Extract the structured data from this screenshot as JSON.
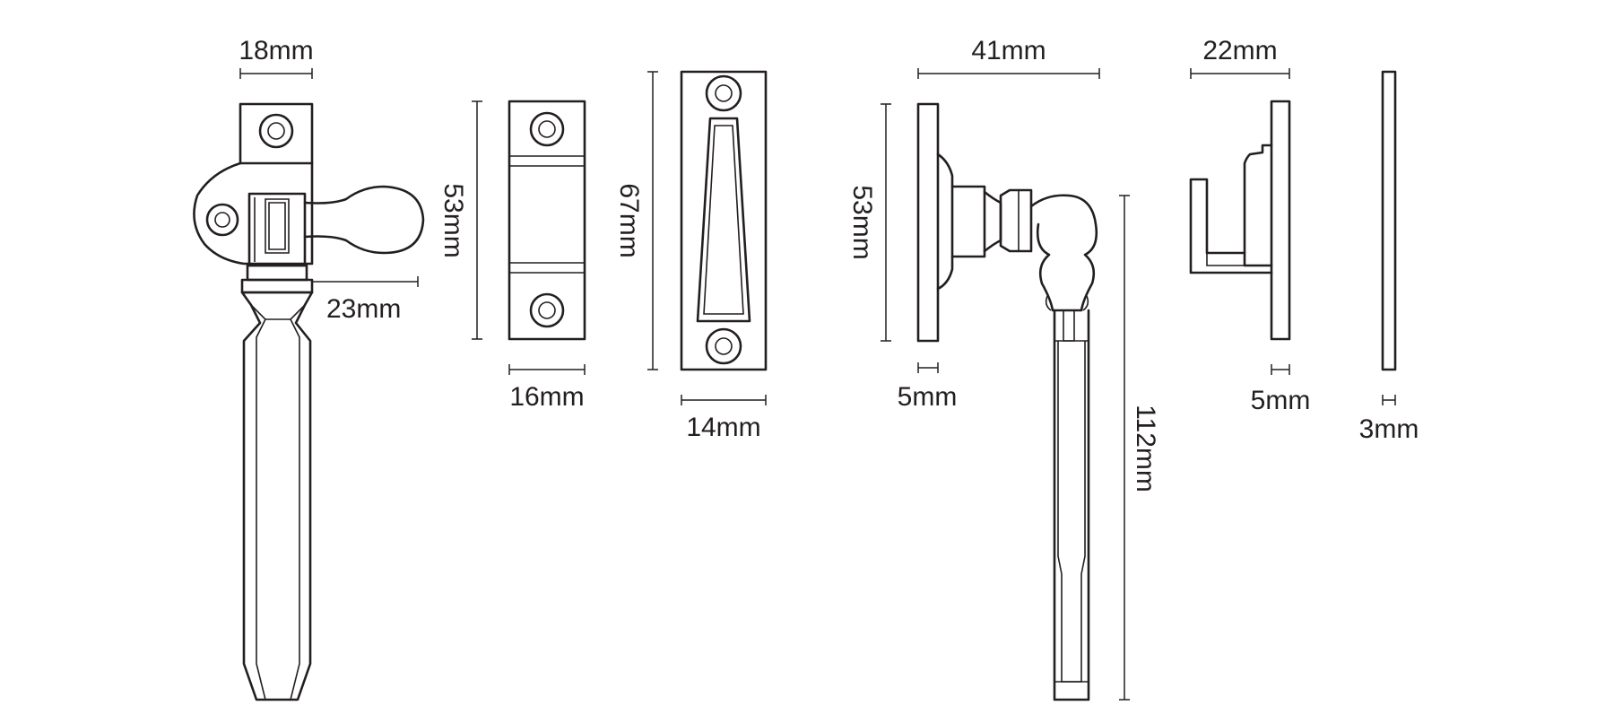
{
  "labels": {
    "handle_width": "18mm",
    "handle_projection": "23mm",
    "keep_height": "53mm",
    "keep_width": "16mm",
    "plate_height": "67mm",
    "plate_width": "14mm",
    "side_reach": "41mm",
    "side_height": "53mm",
    "side_base": "5mm",
    "side_length": "112mm",
    "hook_width": "22mm",
    "hook_base": "5mm",
    "strip_thickness": "3mm"
  },
  "colors": {
    "line": "#231f20",
    "background": "#ffffff"
  }
}
